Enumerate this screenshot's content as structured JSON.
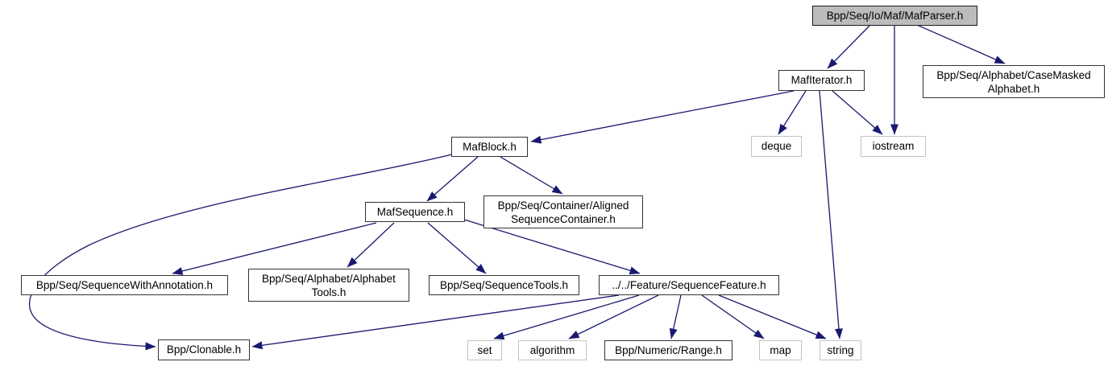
{
  "diagram": {
    "type": "include-dependency-graph",
    "edge_color": "#191970",
    "current_node_fill": "#bcbcbc",
    "nodes": {
      "maf_parser": {
        "label": "Bpp/Seq/Io/Maf/MafParser.h",
        "role": "current"
      },
      "maf_iterator": {
        "label": "MafIterator.h"
      },
      "case_masked_alphabet": {
        "line1": "Bpp/Seq/Alphabet/CaseMasked",
        "line2": "Alphabet.h"
      },
      "deque": {
        "label": "deque"
      },
      "iostream": {
        "label": "iostream"
      },
      "maf_block": {
        "label": "MafBlock.h"
      },
      "maf_sequence": {
        "label": "MafSequence.h"
      },
      "aligned_sequence_container": {
        "line1": "Bpp/Seq/Container/Aligned",
        "line2": "SequenceContainer.h"
      },
      "sequence_with_annotation": {
        "label": "Bpp/Seq/SequenceWithAnnotation.h"
      },
      "alphabet_tools": {
        "line1": "Bpp/Seq/Alphabet/Alphabet",
        "line2": "Tools.h"
      },
      "sequence_tools": {
        "label": "Bpp/Seq/SequenceTools.h"
      },
      "sequence_feature": {
        "label": "../../Feature/SequenceFeature.h"
      },
      "clonable": {
        "label": "Bpp/Clonable.h"
      },
      "set": {
        "label": "set"
      },
      "algorithm": {
        "label": "algorithm"
      },
      "range": {
        "label": "Bpp/Numeric/Range.h"
      },
      "map": {
        "label": "map"
      },
      "string": {
        "label": "string"
      }
    },
    "edges": [
      "MafParser.h -> MafIterator.h",
      "MafParser.h -> iostream",
      "MafParser.h -> Bpp/Seq/Alphabet/CaseMaskedAlphabet.h",
      "MafIterator.h -> MafBlock.h",
      "MafIterator.h -> deque",
      "MafIterator.h -> iostream",
      "MafIterator.h -> string",
      "MafBlock.h -> MafSequence.h",
      "MafBlock.h -> Bpp/Seq/Container/AlignedSequenceContainer.h",
      "MafBlock.h -> Bpp/Clonable.h",
      "MafSequence.h -> Bpp/Seq/SequenceWithAnnotation.h",
      "MafSequence.h -> Bpp/Seq/Alphabet/AlphabetTools.h",
      "MafSequence.h -> Bpp/Seq/SequenceTools.h",
      "MafSequence.h -> ../../Feature/SequenceFeature.h",
      "../../Feature/SequenceFeature.h -> Bpp/Clonable.h",
      "../../Feature/SequenceFeature.h -> set",
      "../../Feature/SequenceFeature.h -> algorithm",
      "../../Feature/SequenceFeature.h -> Bpp/Numeric/Range.h",
      "../../Feature/SequenceFeature.h -> map",
      "../../Feature/SequenceFeature.h -> string"
    ]
  }
}
